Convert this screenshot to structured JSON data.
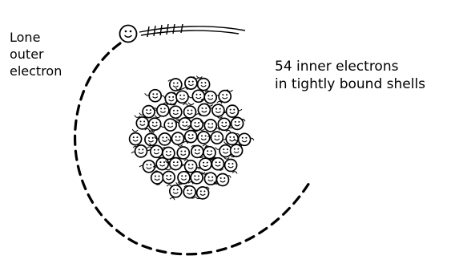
{
  "labels": {
    "outer": [
      "Lone",
      "outer",
      "electron"
    ],
    "inner": [
      "54 inner electrons",
      "in tightly bound shells"
    ]
  },
  "colors": {
    "ink": "#000000",
    "background": "#ffffff"
  },
  "icons": {
    "electron": "smiley-electron-icon"
  }
}
